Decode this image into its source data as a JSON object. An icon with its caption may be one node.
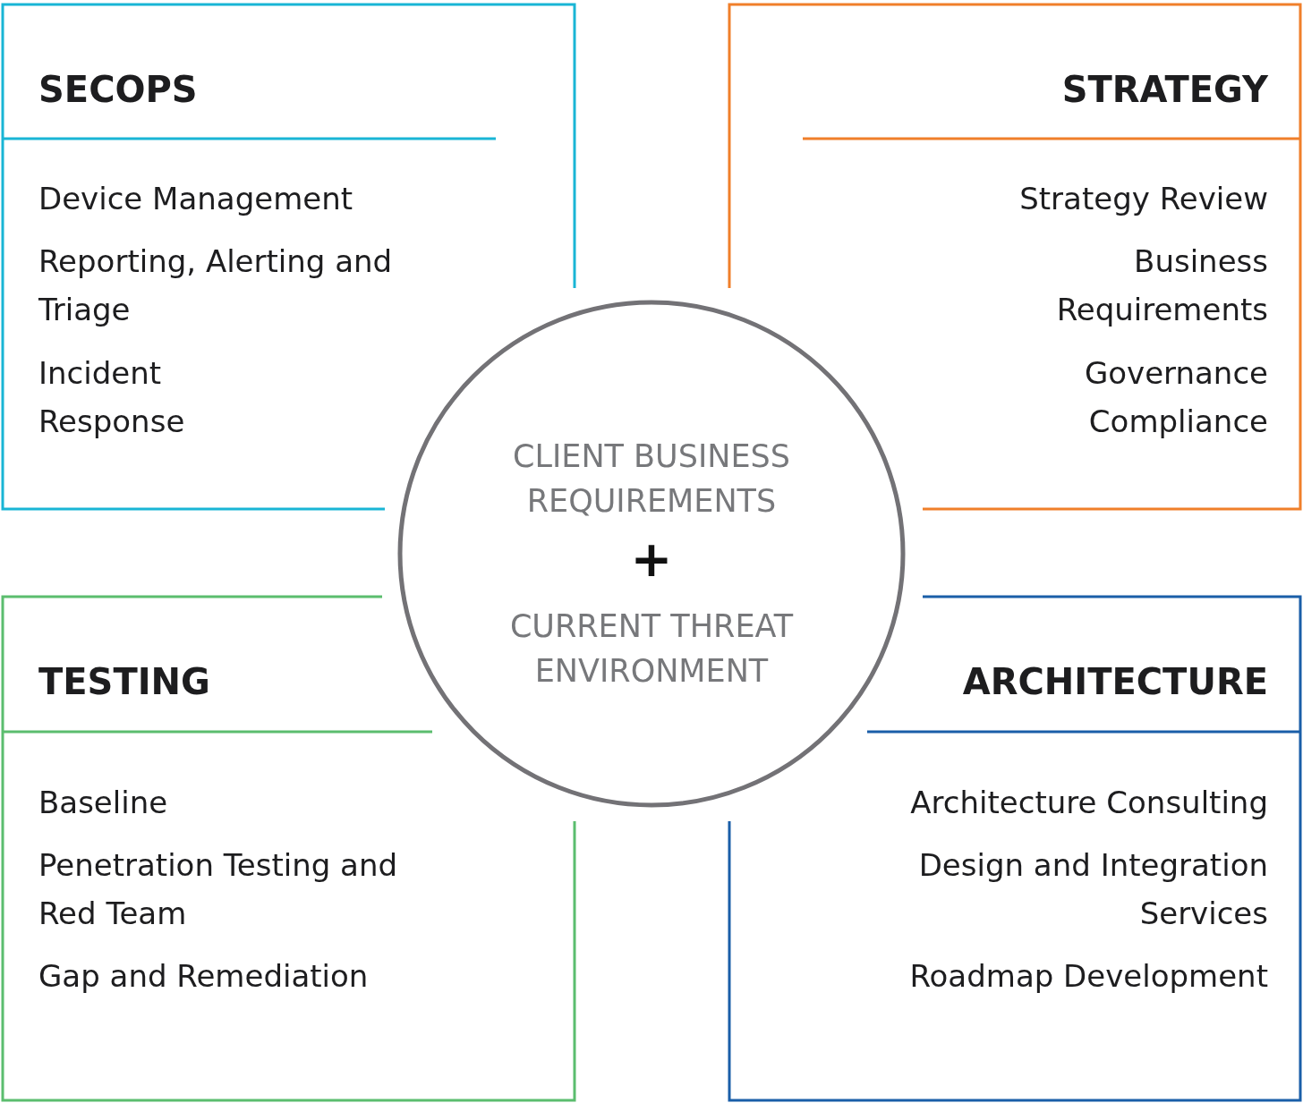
{
  "diagram": {
    "nodes": [
      {
        "text": [
          "SECOPS",
          "Device Management",
          "Reporting, Alerting and Triage",
          "Incident Response"
        ]
      },
      {
        "text": [
          "STRATEGY",
          "Strategy Review",
          "Business Requirements",
          "Governance Compliance"
        ]
      },
      {
        "text": [
          "CLIENT BUSINESS REQUIREMENTS",
          "+",
          "CURRENT THREAT ENVIRONMENT"
        ]
      },
      {
        "text": [
          "TESTING",
          "Baseline",
          "Penetration Testing and Red Team",
          "Gap and Remediation"
        ]
      },
      {
        "text": [
          "ARCHITECTURE",
          "Architecture Consulting",
          "Design and Integration Services",
          "Roadmap Development"
        ]
      }
    ],
    "edges": []
  }
}
